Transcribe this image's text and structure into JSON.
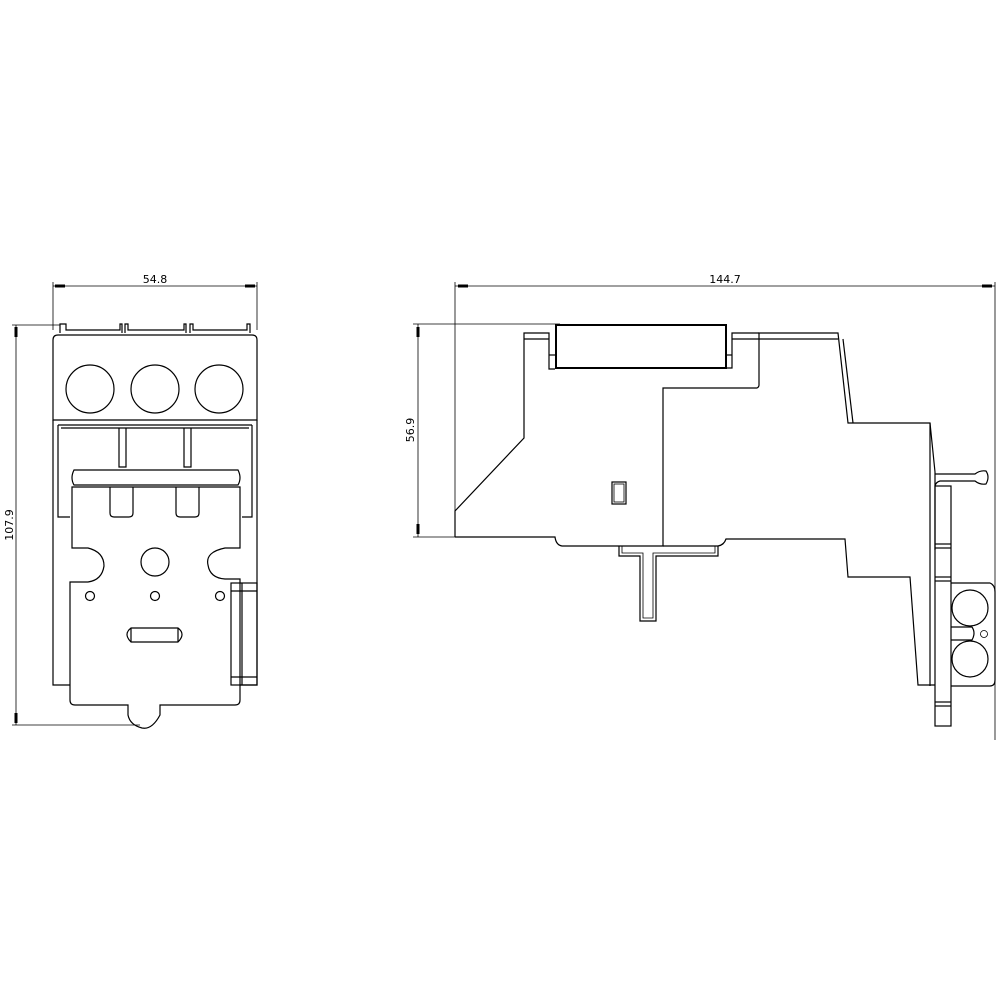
{
  "drawing": {
    "front_view": {
      "width_dim": "54.8",
      "height_dim": "107.9"
    },
    "side_view": {
      "length_dim": "144.7",
      "height_dim": "56.9"
    },
    "line_color": "#000000",
    "background": "#ffffff"
  }
}
